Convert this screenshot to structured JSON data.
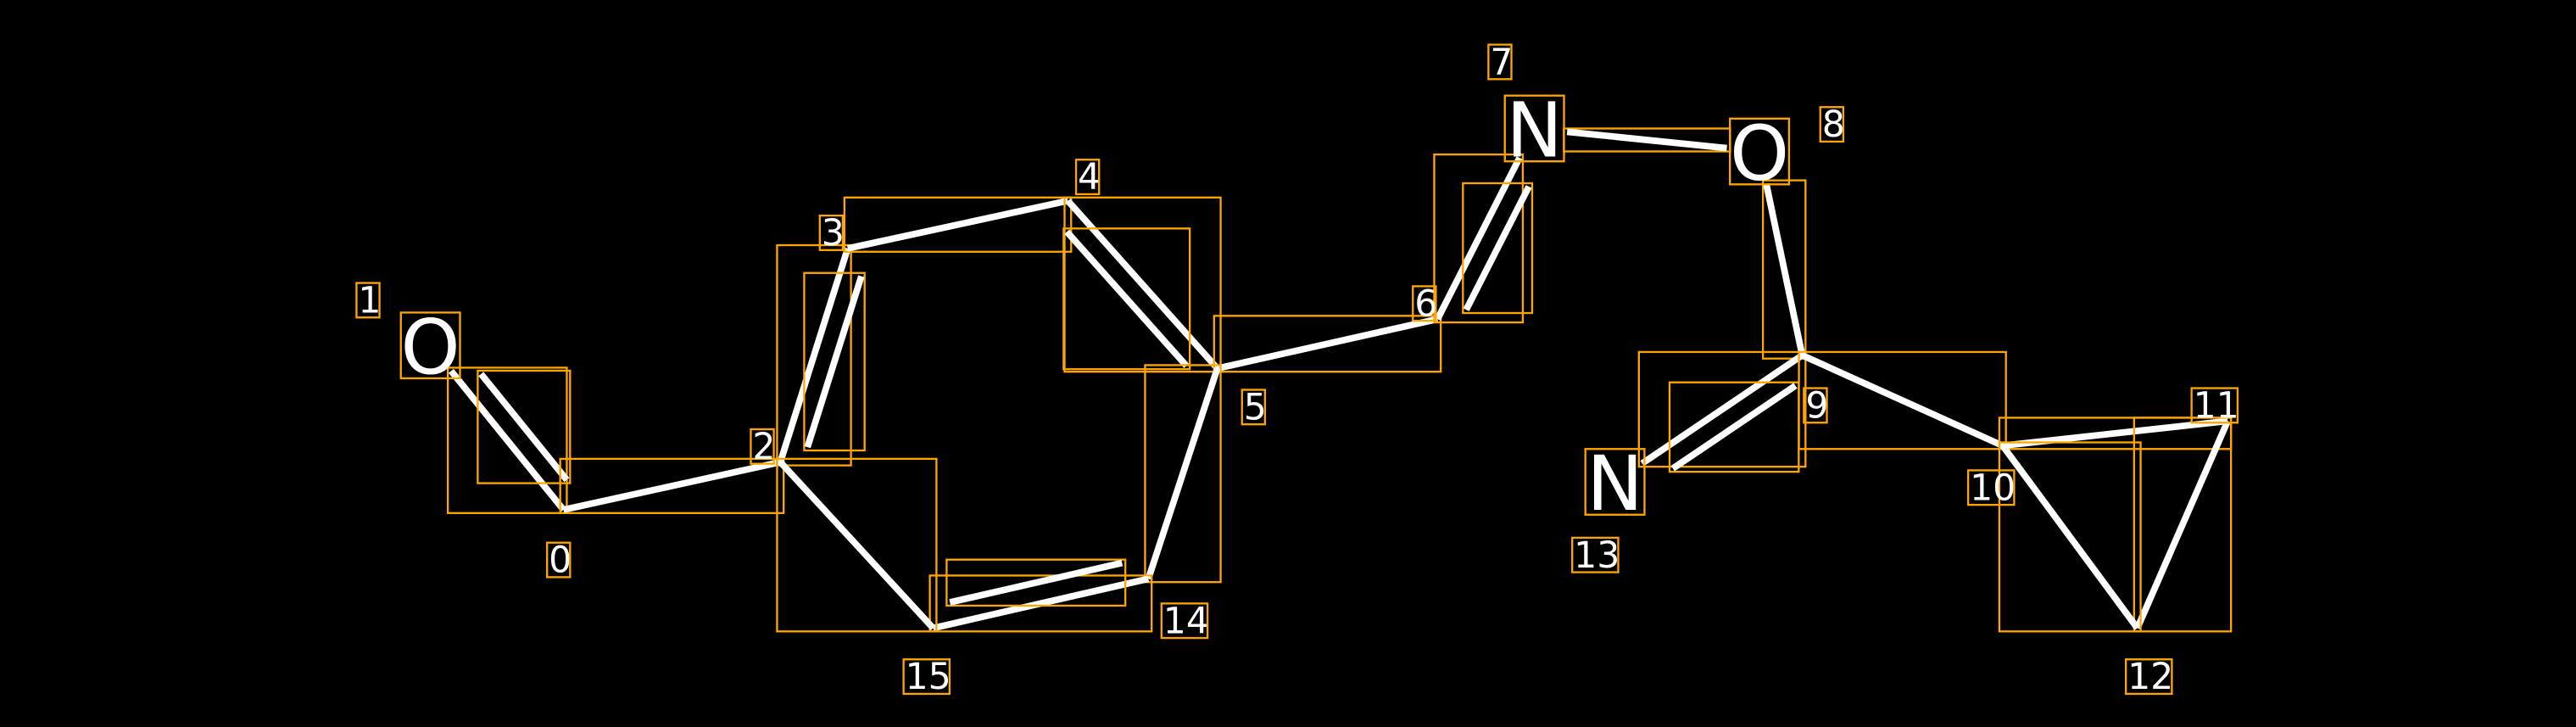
{
  "colors": {
    "background": "#000000",
    "bond": "#ffffff",
    "box": "#FFA500"
  },
  "atoms": [
    {
      "index": "0",
      "symbol": "C",
      "shown": false
    },
    {
      "index": "1",
      "symbol": "O",
      "shown": true
    },
    {
      "index": "2",
      "symbol": "C",
      "shown": false
    },
    {
      "index": "3",
      "symbol": "C",
      "shown": false
    },
    {
      "index": "4",
      "symbol": "C",
      "shown": false
    },
    {
      "index": "5",
      "symbol": "C",
      "shown": false
    },
    {
      "index": "6",
      "symbol": "C",
      "shown": false
    },
    {
      "index": "7",
      "symbol": "N",
      "shown": true
    },
    {
      "index": "8",
      "symbol": "O",
      "shown": true
    },
    {
      "index": "9",
      "symbol": "C",
      "shown": false
    },
    {
      "index": "10",
      "symbol": "C",
      "shown": false
    },
    {
      "index": "11",
      "symbol": "C",
      "shown": false
    },
    {
      "index": "12",
      "symbol": "C",
      "shown": false
    },
    {
      "index": "13",
      "symbol": "N",
      "shown": true
    },
    {
      "index": "14",
      "symbol": "C",
      "shown": false
    },
    {
      "index": "15",
      "symbol": "C",
      "shown": false
    }
  ],
  "bonds": [
    {
      "a": 0,
      "b": 1,
      "order": 2
    },
    {
      "a": 0,
      "b": 2,
      "order": 1
    },
    {
      "a": 2,
      "b": 3,
      "order": 2
    },
    {
      "a": 3,
      "b": 4,
      "order": 1
    },
    {
      "a": 4,
      "b": 5,
      "order": 2
    },
    {
      "a": 5,
      "b": 6,
      "order": 1
    },
    {
      "a": 6,
      "b": 7,
      "order": 2
    },
    {
      "a": 7,
      "b": 8,
      "order": 1
    },
    {
      "a": 8,
      "b": 9,
      "order": 1
    },
    {
      "a": 9,
      "b": 13,
      "order": 2
    },
    {
      "a": 9,
      "b": 10,
      "order": 1
    },
    {
      "a": 10,
      "b": 11,
      "order": 1
    },
    {
      "a": 11,
      "b": 12,
      "order": 1
    },
    {
      "a": 12,
      "b": 10,
      "order": 1
    },
    {
      "a": 5,
      "b": 14,
      "order": 1
    },
    {
      "a": 14,
      "b": 15,
      "order": 2
    },
    {
      "a": 15,
      "b": 2,
      "order": 1
    }
  ]
}
